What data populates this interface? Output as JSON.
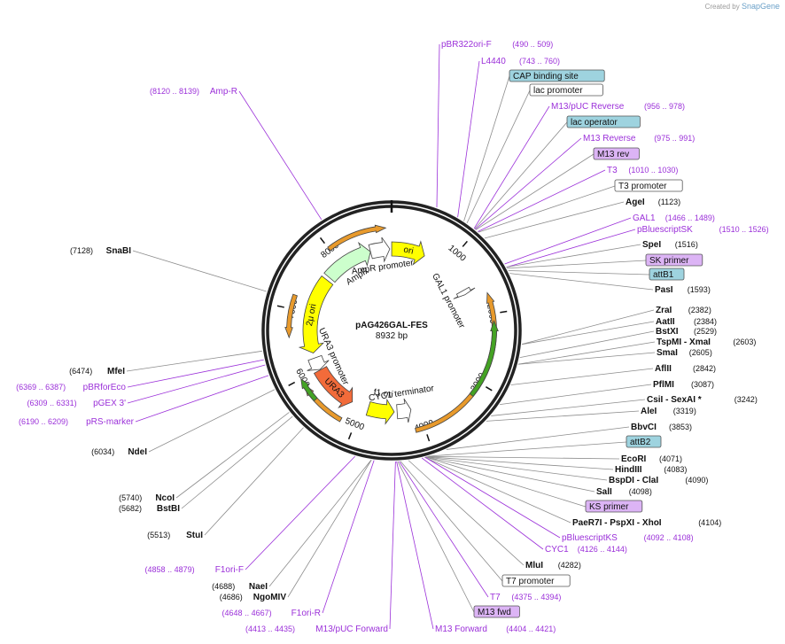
{
  "credit": {
    "prefix": "Created by",
    "brand": "SnapGene"
  },
  "plasmid": {
    "name": "pAG426GAL-FES",
    "size": "8932 bp",
    "length": 8932
  },
  "ticks": [
    "1000",
    "2000",
    "3000",
    "4000",
    "5000",
    "6000",
    "7000",
    "8000"
  ],
  "features": [
    {
      "name": "ori",
      "label": "ori",
      "start": 1,
      "end": 590,
      "dir": 1,
      "color": "#ffff00"
    },
    {
      "name": "GAL1 promoter",
      "label": "GAL1 promoter",
      "start": 1510,
      "end": 1590,
      "dir": 1,
      "color": "#ffffff"
    },
    {
      "name": "CYC1 terminator",
      "label": "CYC1 terminator",
      "start": 4126,
      "end": 4370,
      "dir": -1,
      "color": "#ffffff"
    },
    {
      "name": "f1 ori",
      "label": "f1 ori",
      "start": 4420,
      "end": 4880,
      "dir": -1,
      "color": "#ffff00"
    },
    {
      "name": "URA3",
      "label": "URA3",
      "start": 5180,
      "end": 5980,
      "dir": -1,
      "color": "#f26b3a"
    },
    {
      "name": "URA3 promoter",
      "label": "URA3 promoter",
      "start": 5990,
      "end": 6210,
      "dir": -1,
      "color": "#ffffff"
    },
    {
      "name": "2u ori",
      "label": "2μ ori",
      "start": 6300,
      "end": 7640,
      "dir": -1,
      "color": "#ffff00"
    },
    {
      "name": "AmpR",
      "label": "AmpR",
      "start": 7700,
      "end": 8560,
      "dir": 1,
      "color": "#ccffcc"
    },
    {
      "name": "AmpR promoter",
      "label": "AmpR promoter",
      "start": 8560,
      "end": 8900,
      "dir": 1,
      "color": "#ffffff"
    }
  ],
  "orfs": [
    {
      "name": "orf-1",
      "start": 1700,
      "end": 4130,
      "dir": -1,
      "color": "#e89a2c"
    },
    {
      "name": "orf-2",
      "start": 2100,
      "end": 3200,
      "dir": -1,
      "color": "#44a324"
    },
    {
      "name": "orf-3",
      "start": 5200,
      "end": 5900,
      "dir": 1,
      "color": "#e89a2c"
    },
    {
      "name": "orf-4",
      "start": 5650,
      "end": 6000,
      "dir": 1,
      "color": "#44a324"
    },
    {
      "name": "orf-5",
      "start": 8000,
      "end": 8850,
      "dir": 1,
      "color": "#e89a2c"
    },
    {
      "name": "orf-6",
      "start": 6600,
      "end": 7200,
      "dir": -1,
      "color": "#e89a2c"
    }
  ],
  "right_labels": [
    {
      "name": "pBR322ori-F",
      "range": "(490 .. 509)",
      "kind": "primer",
      "pos": 500
    },
    {
      "name": "L4440",
      "range": "(743 .. 760)",
      "kind": "primer",
      "pos": 751
    },
    {
      "name": "CAP binding site",
      "range": "",
      "kind": "boxblue",
      "pos": 830
    },
    {
      "name": "lac promoter",
      "range": "",
      "kind": "boxwhite",
      "pos": 870
    },
    {
      "name": "M13/pUC Reverse",
      "range": "(956 .. 978)",
      "kind": "primer",
      "pos": 967
    },
    {
      "name": "lac operator",
      "range": "",
      "kind": "boxblue",
      "pos": 975
    },
    {
      "name": "M13 Reverse",
      "range": "(975 .. 991)",
      "kind": "primer",
      "pos": 983
    },
    {
      "name": "M13 rev",
      "range": "",
      "kind": "boxpurple",
      "pos": 990
    },
    {
      "name": "T3",
      "range": "(1010 .. 1030)",
      "kind": "primer",
      "pos": 1020
    },
    {
      "name": "T3 promoter",
      "range": "",
      "kind": "boxwhite",
      "pos": 1030
    },
    {
      "name": "AgeI",
      "range": "(1123)",
      "kind": "enzyme",
      "pos": 1123
    },
    {
      "name": "GAL1",
      "range": "(1466 .. 1489)",
      "kind": "primer",
      "pos": 1478
    },
    {
      "name": "pBluescriptSK",
      "range": "(1510 .. 1526)",
      "kind": "primer",
      "pos": 1518
    },
    {
      "name": "SpeI",
      "range": "(1516)",
      "kind": "enzyme",
      "pos": 1516
    },
    {
      "name": "SK primer",
      "range": "",
      "kind": "boxpurple",
      "pos": 1530
    },
    {
      "name": "attB1",
      "range": "",
      "kind": "boxblue",
      "pos": 1560
    },
    {
      "name": "PasI",
      "range": "(1593)",
      "kind": "enzyme",
      "pos": 1593
    },
    {
      "name": "ZraI",
      "range": "(2382)",
      "kind": "enzyme",
      "pos": 2382
    },
    {
      "name": "AatII",
      "range": "(2384)",
      "kind": "enzyme",
      "pos": 2384
    },
    {
      "name": "BstXI",
      "range": "(2529)",
      "kind": "enzyme",
      "pos": 2529
    },
    {
      "name": "TspMI - XmaI",
      "range": "(2603)",
      "kind": "enzyme",
      "pos": 2603
    },
    {
      "name": "SmaI",
      "range": "(2605)",
      "kind": "enzyme",
      "pos": 2605
    },
    {
      "name": "AflII",
      "range": "(2842)",
      "kind": "enzyme",
      "pos": 2842
    },
    {
      "name": "PflMI",
      "range": "(3087)",
      "kind": "enzyme",
      "pos": 3087
    },
    {
      "name": "CsiI - SexAI *",
      "range": "(3242)",
      "kind": "enzyme",
      "pos": 3242
    },
    {
      "name": "AleI",
      "range": "(3319)",
      "kind": "enzyme",
      "pos": 3319
    },
    {
      "name": "BbvCI",
      "range": "(3853)",
      "kind": "enzyme",
      "pos": 3853
    },
    {
      "name": "attB2",
      "range": "",
      "kind": "boxblue",
      "pos": 4060
    },
    {
      "name": "EcoRI",
      "range": "(4071)",
      "kind": "enzyme",
      "pos": 4071
    },
    {
      "name": "HindIII",
      "range": "(4083)",
      "kind": "enzyme",
      "pos": 4083
    },
    {
      "name": "BspDI - ClaI",
      "range": "(4090)",
      "kind": "enzyme",
      "pos": 4090
    },
    {
      "name": "SalI",
      "range": "(4098)",
      "kind": "enzyme",
      "pos": 4098
    },
    {
      "name": "KS primer",
      "range": "",
      "kind": "boxpurple",
      "pos": 4095
    },
    {
      "name": "PaeR7I - PspXI - XhoI",
      "range": "(4104)",
      "kind": "enzyme",
      "pos": 4104
    },
    {
      "name": "pBluescriptKS",
      "range": "(4092 .. 4108)",
      "kind": "primer",
      "pos": 4100
    },
    {
      "name": "CYC1",
      "range": "(4126 .. 4144)",
      "kind": "primer",
      "pos": 4135
    },
    {
      "name": "MluI",
      "range": "(4282)",
      "kind": "enzyme",
      "pos": 4282
    },
    {
      "name": "T7 promoter",
      "range": "",
      "kind": "boxwhite",
      "pos": 4370
    },
    {
      "name": "T7",
      "range": "(4375 .. 4394)",
      "kind": "primer",
      "pos": 4384
    },
    {
      "name": "M13 fwd",
      "range": "",
      "kind": "boxpurple",
      "pos": 4400
    },
    {
      "name": "M13 Forward",
      "range": "(4404 .. 4421)",
      "kind": "primer",
      "pos": 4412
    }
  ],
  "left_labels": [
    {
      "name": "Amp-R",
      "range": "(8120 .. 8139)",
      "kind": "primer",
      "pos": 8130
    },
    {
      "name": "SnaBI",
      "range": "(7128)",
      "kind": "enzyme",
      "pos": 7128
    },
    {
      "name": "MfeI",
      "range": "(6474)",
      "kind": "enzyme",
      "pos": 6474
    },
    {
      "name": "pBRforEco",
      "range": "(6369 .. 6387)",
      "kind": "primer",
      "pos": 6378
    },
    {
      "name": "pGEX 3'",
      "range": "(6309 .. 6331)",
      "kind": "primer",
      "pos": 6320
    },
    {
      "name": "pRS-marker",
      "range": "(6190 .. 6209)",
      "kind": "primer",
      "pos": 6200
    },
    {
      "name": "NdeI",
      "range": "(6034)",
      "kind": "enzyme",
      "pos": 6034
    },
    {
      "name": "NcoI",
      "range": "(5740)",
      "kind": "enzyme",
      "pos": 5740
    },
    {
      "name": "BstBI",
      "range": "(5682)",
      "kind": "enzyme",
      "pos": 5682
    },
    {
      "name": "StuI",
      "range": "(5513)",
      "kind": "enzyme",
      "pos": 5513
    },
    {
      "name": "F1ori-F",
      "range": "(4858 .. 4879)",
      "kind": "primer",
      "pos": 4868
    },
    {
      "name": "NaeI",
      "range": "(4688)",
      "kind": "enzyme",
      "pos": 4688
    },
    {
      "name": "NgoMIV",
      "range": "(4686)",
      "kind": "enzyme",
      "pos": 4686
    },
    {
      "name": "F1ori-R",
      "range": "(4648 .. 4667)",
      "kind": "primer",
      "pos": 4657
    },
    {
      "name": "M13/pUC Forward",
      "range": "(4413 .. 4435)",
      "kind": "primer",
      "pos": 4424
    }
  ],
  "colors": {
    "primer": "#9b30d9",
    "enzyme": "#000000",
    "boxblue": "#9ed3df",
    "boxpurple": "#dcb4f5",
    "line": "#8c8c8c"
  }
}
